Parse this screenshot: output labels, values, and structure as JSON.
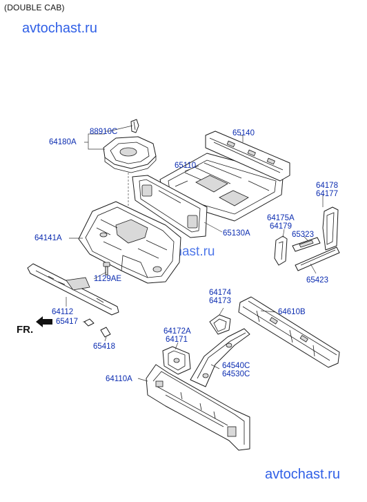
{
  "header": {
    "title": "(DOUBLE CAB)"
  },
  "watermark": {
    "text": "avtochast.ru",
    "color": "#2f5fe6"
  },
  "direction": {
    "label": "FR."
  },
  "labels": {
    "p88910C": "88910C",
    "p64180A": "64180A",
    "p65140": "65140",
    "p65110": "65110",
    "p64178": "64178",
    "p64177": "64177",
    "p64175A": "64175A",
    "p64179": "64179",
    "p65323": "65323",
    "p65130A": "65130A",
    "p64141A": "64141A",
    "p1129AE": "1129AE",
    "p65423": "65423",
    "p64174": "64174",
    "p64173": "64173",
    "p64610B": "64610B",
    "p64112": "64112",
    "p65417": "65417",
    "p65418": "65418",
    "p64172A": "64172A",
    "p64171": "64171",
    "p64540C": "64540C",
    "p64530C": "64530C",
    "p64110A": "64110A"
  },
  "colors": {
    "label": "#0a2bb0",
    "line": "#1a1a1a"
  }
}
